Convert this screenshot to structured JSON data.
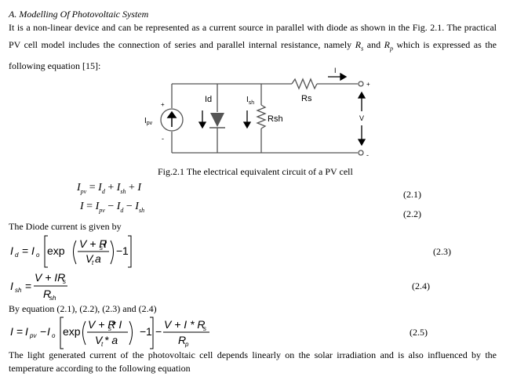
{
  "section": {
    "heading": "A.  Modelling Of Photovoltaic System"
  },
  "intro": {
    "part1": "It is a non-linear device and can be represented as a current source in parallel with diode as shown in the Fig. 2.1. The practical PV cell model includes the connection of series and parallel internal resistance, namely ",
    "rs_sym": "R",
    "rs_sub": "s",
    "and": " and ",
    "rp_sym": "R",
    "rp_sub": "p",
    "part2": " which is expressed as the following equation [15]:"
  },
  "circuit": {
    "ipv": "I",
    "ipv_sub": "pv",
    "plus_left": "+",
    "minus_left": "-",
    "id": "Id",
    "ish": "I",
    "ish_sub": "sh",
    "rsh": "Rsh",
    "rs": "Rs",
    "i_out": "I",
    "v_out": "V",
    "plus_out": "+",
    "minus_out": "-"
  },
  "caption": "Fig.2.1 The electrical equivalent circuit of a PV cell",
  "equations": {
    "eq1": {
      "label": "(2.1)"
    },
    "eq2": {
      "label": "(2.2)"
    },
    "eq3": {
      "label": "(2.3)"
    },
    "eq4": {
      "label": "(2.4)"
    },
    "eq5": {
      "label": "(2.5)"
    }
  },
  "text": {
    "diode_current": "The Diode current is given by",
    "by_equation": "By equation (2.1), (2.2), (2.3) and (2.4)",
    "closing": "The light generated current of the photovoltaic cell depends linearly on the solar irradiation and is also influenced by the temperature according to the following equation"
  },
  "math": {
    "I": "I",
    "pv": "pv",
    "d": "d",
    "sh": "sh",
    "o": "o",
    "t": "t",
    "a": "a",
    "V": "V",
    "R": "R",
    "s": "s",
    "p": "p",
    "eq": "=",
    "plus": "+",
    "minus": "−",
    "star": "*",
    "one": "1",
    "exp": "exp",
    "vpir": "V + IR",
    "vpr": "V + R",
    "vpr2": "V + R",
    "star_i": " * I",
    "vpistar": "V + I * R",
    "vt": "V",
    "vt_star_a": " * a"
  }
}
